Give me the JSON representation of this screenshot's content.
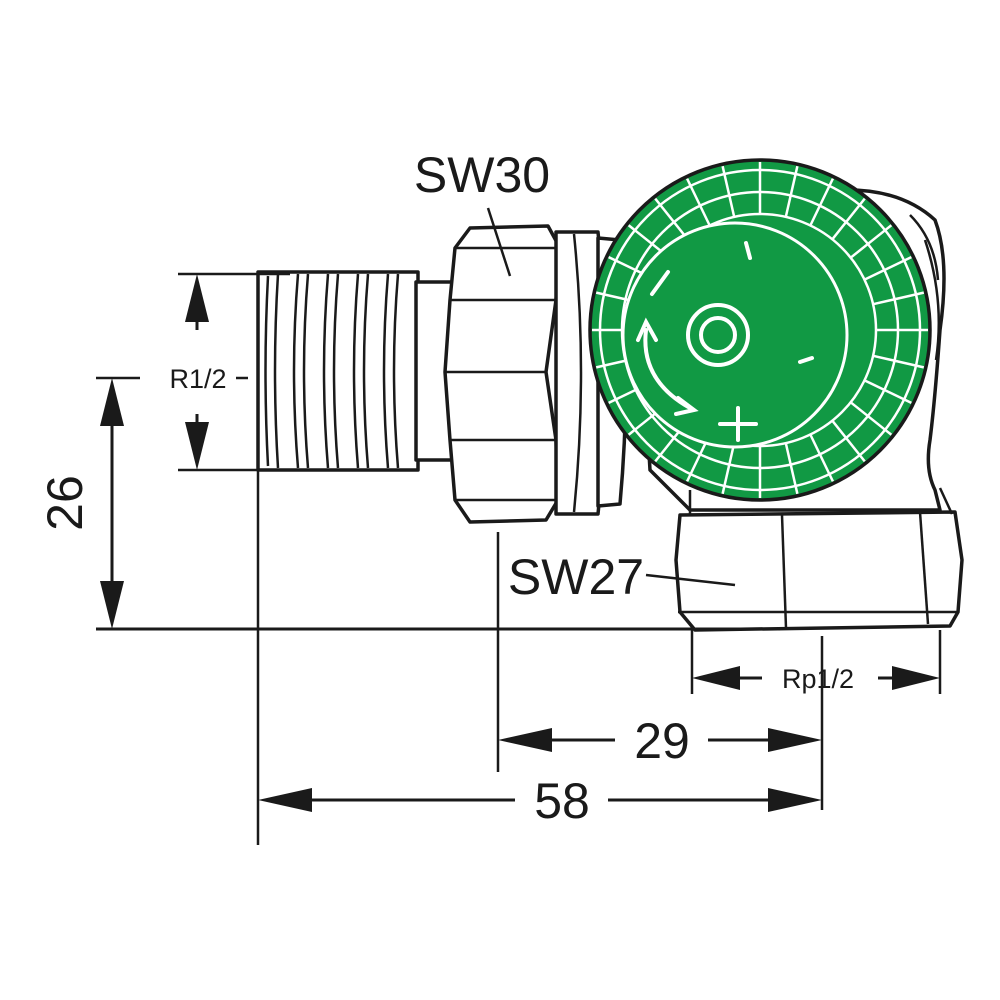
{
  "labels": {
    "sw30": "SW30",
    "sw27": "SW27",
    "r_half": "R1/2",
    "rp_half": "Rp1/2",
    "dim_26": "26",
    "dim_29": "29",
    "dim_58": "58"
  },
  "knob": {
    "minus_symbol": "−",
    "plus_symbol": "+"
  },
  "colors": {
    "knob_green": "#119944",
    "line": "#1a1a1a",
    "background": "#ffffff"
  }
}
